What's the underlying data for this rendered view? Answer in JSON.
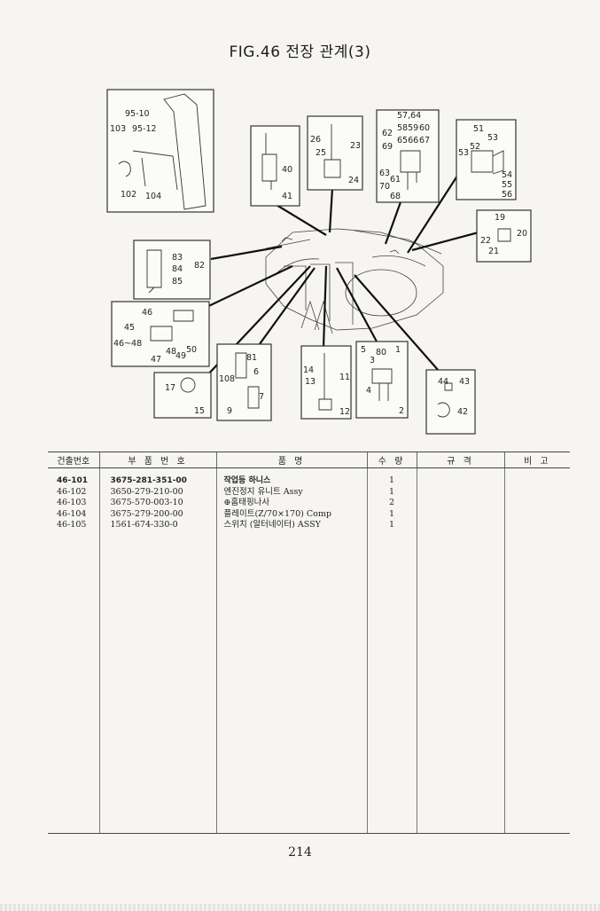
{
  "figure_title": "FIG.46 전장 관계(3)",
  "diagram": {
    "box_top_left": [
      "95-10",
      "103",
      "95-12",
      "102",
      "104"
    ],
    "box_a": [
      "40",
      "41"
    ],
    "box_b": [
      "26",
      "25",
      "23",
      "24"
    ],
    "box_c": [
      "57,64",
      "62",
      "5859",
      "60",
      "69",
      "6566",
      "67",
      "63",
      "61",
      "70",
      "68"
    ],
    "box_d": [
      "51",
      "53",
      "52",
      "53",
      "54",
      "55",
      "56"
    ],
    "box_e": [
      "19",
      "22",
      "20",
      "21"
    ],
    "box_f": [
      "83",
      "84",
      "82",
      "85"
    ],
    "box_g": [
      "46",
      "45",
      "46~48",
      "47",
      "48",
      "49",
      "50"
    ],
    "box_h": [
      "17",
      "15"
    ],
    "box_i": [
      "81",
      "6",
      "10",
      "8",
      "7",
      "9"
    ],
    "box_j": [
      "14",
      "13",
      "11",
      "12"
    ],
    "box_k": [
      "5",
      "80",
      "1",
      "3",
      "4",
      "2"
    ],
    "box_l": [
      "44",
      "43",
      "42"
    ]
  },
  "table": {
    "headers": [
      "건출번호",
      "부 품 번 호",
      "품 명",
      "수 량",
      "규 격",
      "비 고"
    ],
    "rows": [
      {
        "no": "46-101",
        "part": "3675-281-351-00",
        "name": "작업등 하니스",
        "qty": "1"
      },
      {
        "no": "46-102",
        "part": "3650-279-210-00",
        "name": "엔진정지 유니트 Assy",
        "qty": "1"
      },
      {
        "no": "46-103",
        "part": "3675-570-003-10",
        "name": "⊕홈태핑나사",
        "qty": "2"
      },
      {
        "no": "46-104",
        "part": "3675-279-200-00",
        "name": "플레이트(Z/70×170) Comp",
        "qty": "1"
      },
      {
        "no": "46-105",
        "part": "1561-674-330-0",
        "name": "스위치 (알터네이터) ASSY",
        "qty": "1"
      }
    ]
  },
  "page_number": "214"
}
